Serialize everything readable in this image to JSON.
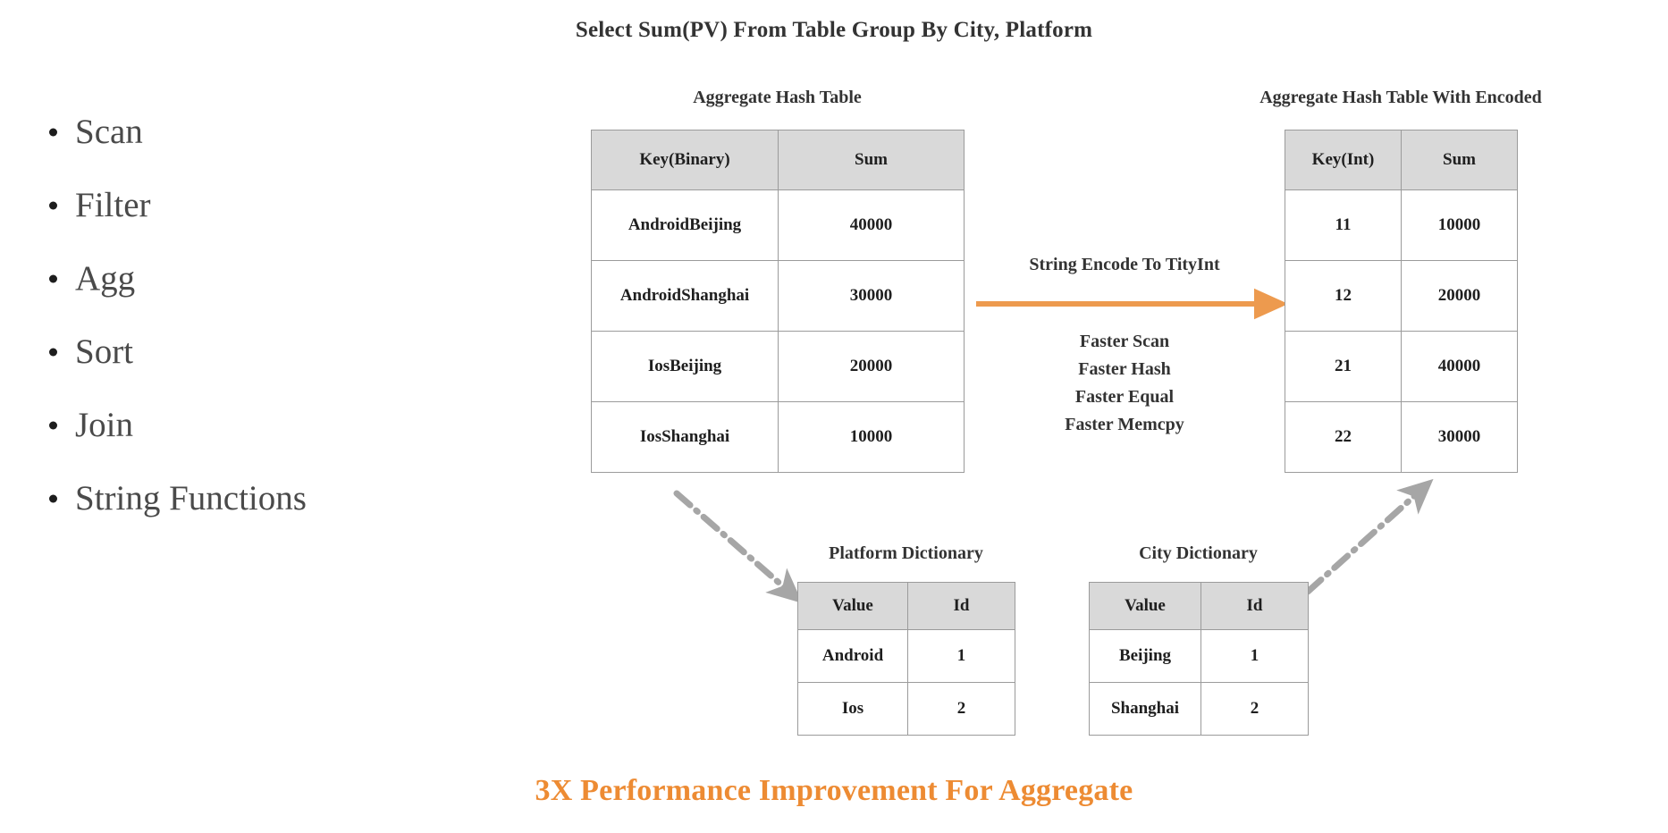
{
  "slide": {
    "title": "Select Sum(PV) From Table Group By City, Platform",
    "footer_caption": "3X Performance Improvement For Aggregate",
    "accent_color": "#ED8B33",
    "header_fill": "#d9d9d9",
    "border_color": "#9b9b9b",
    "text_color": "#333333"
  },
  "bullets": {
    "items": [
      {
        "label": "Scan"
      },
      {
        "label": "Filter"
      },
      {
        "label": "Agg"
      },
      {
        "label": "Sort"
      },
      {
        "label": "Join"
      },
      {
        "label": "String Functions"
      }
    ]
  },
  "tables": {
    "aggregate_hash": {
      "caption": "Aggregate Hash Table",
      "columns": [
        "Key(Binary)",
        "Sum"
      ],
      "rows": [
        [
          "AndroidBeijing",
          "40000"
        ],
        [
          "AndroidShanghai",
          "30000"
        ],
        [
          "IosBeijing",
          "20000"
        ],
        [
          "IosShanghai",
          "10000"
        ]
      ]
    },
    "aggregate_hash_encoded": {
      "caption": "Aggregate Hash Table With Encoded",
      "columns": [
        "Key(Int)",
        "Sum"
      ],
      "rows": [
        [
          "11",
          "10000"
        ],
        [
          "12",
          "20000"
        ],
        [
          "21",
          "40000"
        ],
        [
          "22",
          "30000"
        ]
      ]
    },
    "platform_dictionary": {
      "caption": "Platform Dictionary",
      "columns": [
        "Value",
        "Id"
      ],
      "rows": [
        [
          "Android",
          "1"
        ],
        [
          "Ios",
          "2"
        ]
      ]
    },
    "city_dictionary": {
      "caption": "City Dictionary",
      "columns": [
        "Value",
        "Id"
      ],
      "rows": [
        [
          "Beijing",
          "1"
        ],
        [
          "Shanghai",
          "2"
        ]
      ]
    }
  },
  "annotations": {
    "encode_arrow_label": "String Encode To TityInt",
    "benefits": [
      "Faster Scan",
      "Faster Hash",
      "Faster Equal",
      "Faster Memcpy"
    ]
  }
}
